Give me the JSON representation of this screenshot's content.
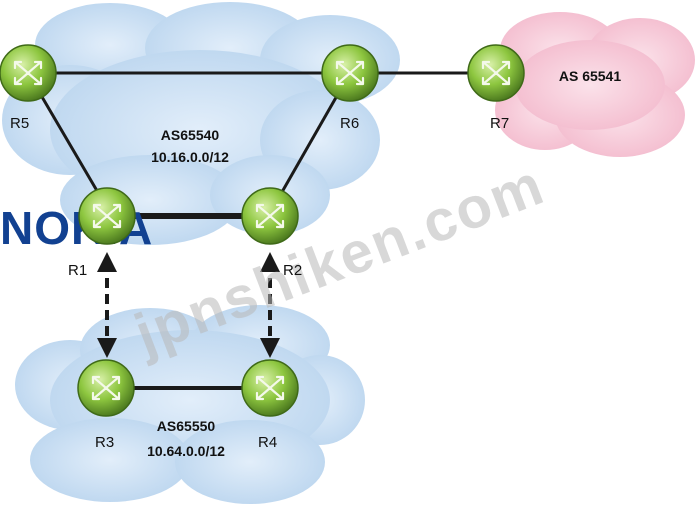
{
  "diagram": {
    "routers": [
      {
        "id": "R1",
        "label": "R1"
      },
      {
        "id": "R2",
        "label": "R2"
      },
      {
        "id": "R3",
        "label": "R3"
      },
      {
        "id": "R4",
        "label": "R4"
      },
      {
        "id": "R5",
        "label": "R5"
      },
      {
        "id": "R6",
        "label": "R6"
      },
      {
        "id": "R7",
        "label": "R7"
      }
    ],
    "autonomous_systems": [
      {
        "id": "as65540",
        "name": "AS65540",
        "prefix": "10.16.0.0/12"
      },
      {
        "id": "as65550",
        "name": "AS65550",
        "prefix": "10.64.0.0/12"
      },
      {
        "id": "as65541",
        "name": "AS 65541"
      }
    ],
    "links": [
      {
        "from": "R5",
        "to": "R6",
        "style": "solid"
      },
      {
        "from": "R5",
        "to": "R1",
        "style": "solid"
      },
      {
        "from": "R6",
        "to": "R2",
        "style": "solid"
      },
      {
        "from": "R1",
        "to": "R2",
        "style": "solid-thick"
      },
      {
        "from": "R6",
        "to": "R7",
        "style": "solid"
      },
      {
        "from": "R3",
        "to": "R4",
        "style": "solid"
      },
      {
        "from": "R1",
        "to": "R3",
        "style": "dashed-bidirectional"
      },
      {
        "from": "R2",
        "to": "R4",
        "style": "dashed-bidirectional"
      }
    ],
    "colors": {
      "cloud_blue": "#c4dcf0",
      "cloud_pink": "#f7c9d8",
      "router_green": "#8dc63f",
      "router_dark": "#4f7d20",
      "link": "#1a1a1a"
    }
  },
  "branding": {
    "logo_text": "NOKIA",
    "logo_color": "#124191",
    "watermark_text": "jpnshiken.com",
    "watermark_color": "#b8b8b8"
  }
}
